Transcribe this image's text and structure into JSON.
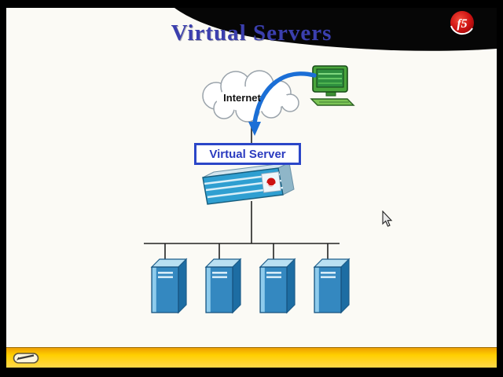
{
  "slide": {
    "title": "Virtual Servers"
  },
  "brand": {
    "logo_text": "f5"
  },
  "diagram": {
    "internet_label": "Internet",
    "virtual_server_label": "Virtual Server",
    "server_count": 4
  },
  "icons": {
    "logo": "f5-logo",
    "cloud": "internet-cloud-icon",
    "client": "client-computer-icon",
    "arrow": "traffic-arrow-icon",
    "appliance": "bigip-appliance-icon",
    "server": "server-icon",
    "pen": "pen-icon",
    "cursor": "mouse-cursor"
  },
  "colors": {
    "title_blue": "#3b3fae",
    "arrow_blue": "#1b6fd6",
    "box_border_blue": "#2b46c8",
    "server_blue": "#3488c0",
    "appliance_teal": "#2f9fd1",
    "bar_yellow": "#ffcf00",
    "bar_orange": "#ee9f00",
    "f5_red": "#cc1111",
    "computer_green": "#49a53c"
  }
}
